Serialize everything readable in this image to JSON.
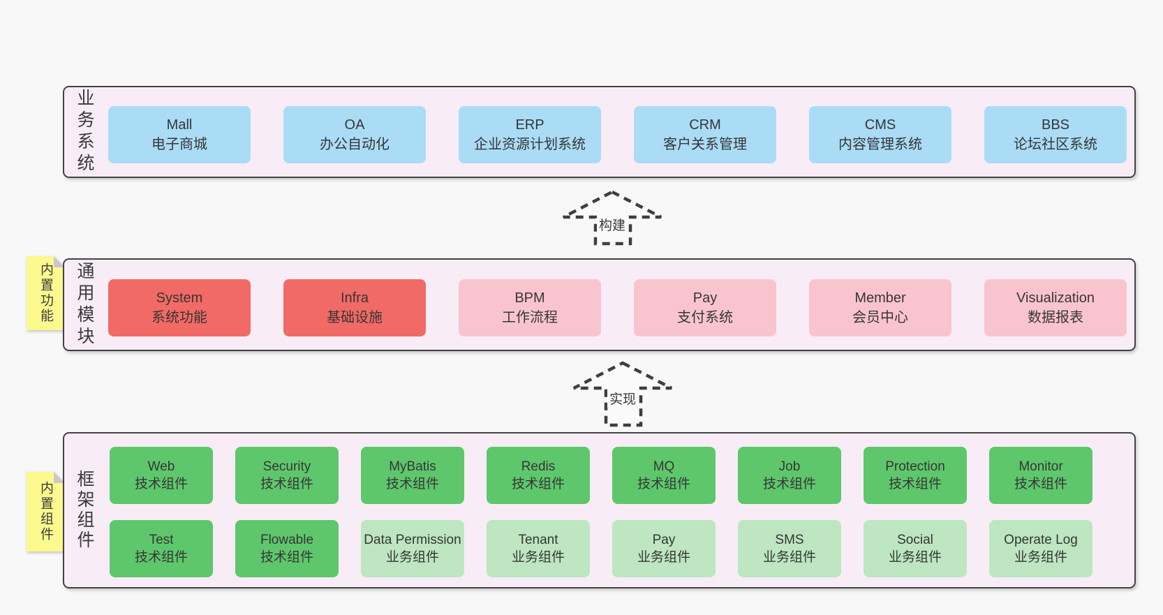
{
  "colors": {
    "page_bg": "#f8f8f8",
    "layer_bg": "#f8edf7",
    "layer_border": "#424242",
    "blue": "#aadcf6",
    "red": "#f16a65",
    "pink": "#fac4cf",
    "green": "#5ec76c",
    "lightgreen": "#bde6c1",
    "note_yellow": "#fcf98e",
    "note_fold": "#c9c9c9",
    "arrow_stroke": "#3e3e3e"
  },
  "arrows": [
    {
      "label": "构建"
    },
    {
      "label": "实现"
    }
  ],
  "layers": [
    {
      "id": "business-systems",
      "label": "业务系统",
      "note": null,
      "rows": [
        [
          {
            "name": "Mall",
            "desc": "电子商城",
            "variant": "blue"
          },
          {
            "name": "OA",
            "desc": "办公自动化",
            "variant": "blue"
          },
          {
            "name": "ERP",
            "desc": "企业资源计划系统",
            "variant": "blue"
          },
          {
            "name": "CRM",
            "desc": "客户关系管理",
            "variant": "blue"
          },
          {
            "name": "CMS",
            "desc": "内容管理系统",
            "variant": "blue"
          },
          {
            "name": "BBS",
            "desc": "论坛社区系统",
            "variant": "blue"
          }
        ]
      ]
    },
    {
      "id": "common-modules",
      "label": "通用模块",
      "note": "内置功能",
      "rows": [
        [
          {
            "name": "System",
            "desc": "系统功能",
            "variant": "red"
          },
          {
            "name": "Infra",
            "desc": "基础设施",
            "variant": "red"
          },
          {
            "name": "BPM",
            "desc": "工作流程",
            "variant": "pink"
          },
          {
            "name": "Pay",
            "desc": "支付系统",
            "variant": "pink"
          },
          {
            "name": "Member",
            "desc": "会员中心",
            "variant": "pink"
          },
          {
            "name": "Visualization",
            "desc": "数据报表",
            "variant": "pink"
          }
        ]
      ]
    },
    {
      "id": "framework-components",
      "label": "框架组件",
      "note": "内置组件",
      "rows": [
        [
          {
            "name": "Web",
            "desc": "技术组件",
            "variant": "green"
          },
          {
            "name": "Security",
            "desc": "技术组件",
            "variant": "green"
          },
          {
            "name": "MyBatis",
            "desc": "技术组件",
            "variant": "green"
          },
          {
            "name": "Redis",
            "desc": "技术组件",
            "variant": "green"
          },
          {
            "name": "MQ",
            "desc": "技术组件",
            "variant": "green"
          },
          {
            "name": "Job",
            "desc": "技术组件",
            "variant": "green"
          },
          {
            "name": "Protection",
            "desc": "技术组件",
            "variant": "green"
          },
          {
            "name": "Monitor",
            "desc": "技术组件",
            "variant": "green"
          }
        ],
        [
          {
            "name": "Test",
            "desc": "技术组件",
            "variant": "green"
          },
          {
            "name": "Flowable",
            "desc": "技术组件",
            "variant": "green"
          },
          {
            "name": "Data Permission",
            "desc": "业务组件",
            "variant": "lightgreen"
          },
          {
            "name": "Tenant",
            "desc": "业务组件",
            "variant": "lightgreen"
          },
          {
            "name": "Pay",
            "desc": "业务组件",
            "variant": "lightgreen"
          },
          {
            "name": "SMS",
            "desc": "业务组件",
            "variant": "lightgreen"
          },
          {
            "name": "Social",
            "desc": "业务组件",
            "variant": "lightgreen"
          },
          {
            "name": "Operate Log",
            "desc": "业务组件",
            "variant": "lightgreen"
          }
        ]
      ]
    }
  ]
}
